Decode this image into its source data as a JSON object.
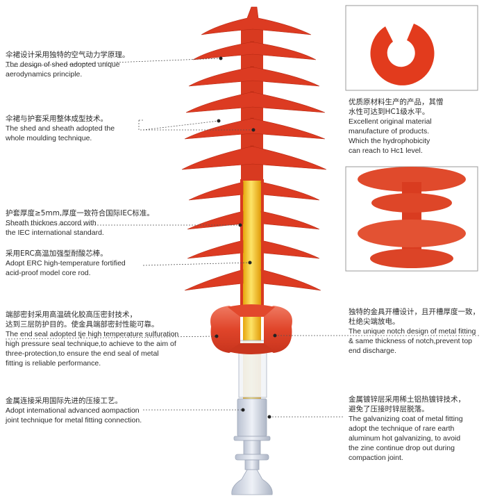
{
  "callouts": {
    "shed_design": {
      "zh": "伞裙设计采用独特的空气动力学原理。",
      "en1": "The design of shed adopted unique",
      "en2": "aerodynamics principle."
    },
    "moulding": {
      "zh": "伞裙与护套采用整体成型技术。",
      "en1": "The shed and sheath adopted the",
      "en2": "whole moulding technique."
    },
    "sheath": {
      "zh": "护套厚度≥5mm,厚度一致符合国际IEC标准。",
      "en1": "Sheath thicknes accord with",
      "en2": "the IEC international standard."
    },
    "core_rod": {
      "zh": "采用ERC高温加强型耐酸芯棒。",
      "en1": "Adopt ERC high-temperature fortified",
      "en2": "acid-proof model core rod."
    },
    "end_seal": {
      "zh1": "端部密封采用高温硫化胶高压密封技术，",
      "zh2": "达到三层防护目的。使金具端部密封性能可靠。",
      "en1": "The end seal adopted tje high temperature sulfuration",
      "en2": "high pressure seal technique,to achieve to the aim of",
      "en3": "three-protection,to ensure the end seal of metal",
      "en4": "fitting is reliable performance."
    },
    "crimping": {
      "zh": "金属连接采用国际先进的压接工艺。",
      "en1": "Adopt intemational advanced aompaction",
      "en2": "joint technique for metal fitting connection."
    },
    "material": {
      "zh1": "优质原材料生产的产品，其憎",
      "zh2": "水性可达到HC1级水平。",
      "en1": "Excellent original material",
      "en2": "manufacture of products.",
      "en3": "Which the hydrophobicity",
      "en4": "can reach to Hc1 level."
    },
    "notch": {
      "zh1": "独特的金具开槽设计，且开槽厚度一致，",
      "zh2": "杜绝尖端放电。",
      "en1": "The unique notch design of metal fitting",
      "en2": "& same thickness of notch,prevent top",
      "en3": "end discharge."
    },
    "galvanizing": {
      "zh1": "金属镀锌层采用稀土铝热镀锌技术，",
      "zh2": "避免了压接时锌层脱落。",
      "en1": "The galvanizing coat of metal fitting",
      "en2": "adopt the technique of rare earth",
      "en3": "aluminum hot galvanizing, to avoid",
      "en4": "the zine continue drop out during",
      "en5": "compaction joint."
    }
  },
  "colors": {
    "shed": "#dc3b22",
    "shed_dark": "#b52812",
    "core": "#f3c316",
    "metal": "#d6dce8",
    "leader": "#555555"
  }
}
